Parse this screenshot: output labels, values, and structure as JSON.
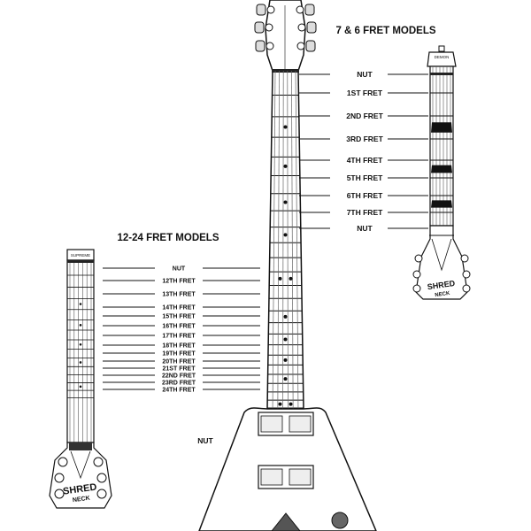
{
  "headings": {
    "small_models": "7 & 6 FRET MODELS",
    "large_models": "12-24 FRET MODELS"
  },
  "small_labels": [
    "NUT",
    "1ST FRET",
    "2ND FRET",
    "3RD FRET",
    "4TH FRET",
    "5TH FRET",
    "6TH FRET",
    "7TH FRET",
    "NUT"
  ],
  "large_labels": [
    "NUT",
    "12TH FRET",
    "13TH FRET",
    "14TH FRET",
    "15TH FRET",
    "16TH FRET",
    "17TH FRET",
    "18TH FRET",
    "19TH FRET",
    "20TH FRET",
    "21ST FRET",
    "22ND FRET",
    "23RD FRET",
    "24TH FRET"
  ],
  "body_nut_label": "NUT",
  "brands": {
    "small_headstock": "DEMON",
    "large_headstock": "SUPREME",
    "shred": "SHRED",
    "neck": "NECK"
  },
  "icons": [
    "tuning-peg-icon",
    "inlay-dot-icon",
    "pickup-icon",
    "volume-knob-icon"
  ],
  "colors": {
    "ink": "#111111",
    "wood": "#ffffff",
    "fret_block": "#111111"
  }
}
